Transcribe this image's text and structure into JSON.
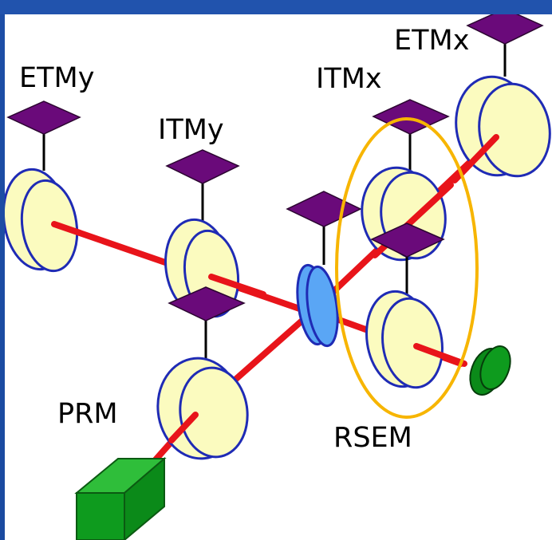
{
  "labels": {
    "etmy": "ETMy",
    "itmy": "ITMy",
    "itmx": "ITMx",
    "etmx": "ETMx",
    "prm": "PRM",
    "rsem": "RSEM"
  },
  "colors": {
    "background": "#1d4ea6",
    "panel": "#ffffff",
    "beam": "#e8141a",
    "mirror_fill": "#fbfbbf",
    "mirror_edge": "#1f2bb5",
    "suspension_pad": "#6a0a7a",
    "beam_splitter": "#5aa6f5",
    "laser": "#0e9b1e",
    "highlight_ellipse": "#f7b500"
  },
  "icons": {
    "laser": "laser-source-icon",
    "detector": "photodetector-icon",
    "beam_splitter": "beam-splitter-icon"
  }
}
